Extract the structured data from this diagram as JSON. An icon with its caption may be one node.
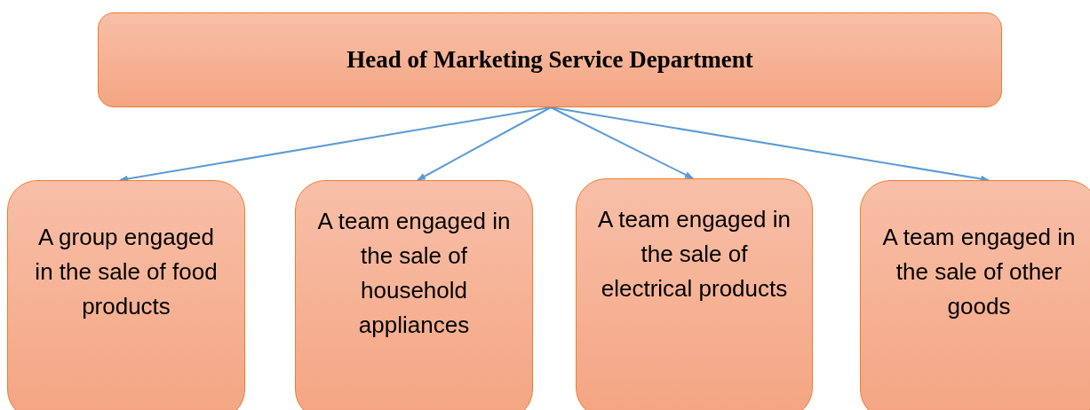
{
  "diagram": {
    "nodes": [
      {
        "text": [
          "Head of Marketing Service Department"
        ]
      },
      {
        "text": [
          "A group engaged in the sale of food products"
        ]
      },
      {
        "text": [
          "A team engaged in the sale of household appliances"
        ]
      },
      {
        "text": [
          "A team engaged in the sale of electrical products"
        ]
      },
      {
        "text": [
          "A team engaged in the sale of other goods"
        ]
      }
    ],
    "edges": [
      {
        "from": 0,
        "to": 1,
        "arrow": "to"
      },
      {
        "from": 0,
        "to": 2,
        "arrow": "to"
      },
      {
        "from": 0,
        "to": 3,
        "arrow": "to"
      },
      {
        "from": 0,
        "to": 4,
        "arrow": "to"
      }
    ]
  }
}
